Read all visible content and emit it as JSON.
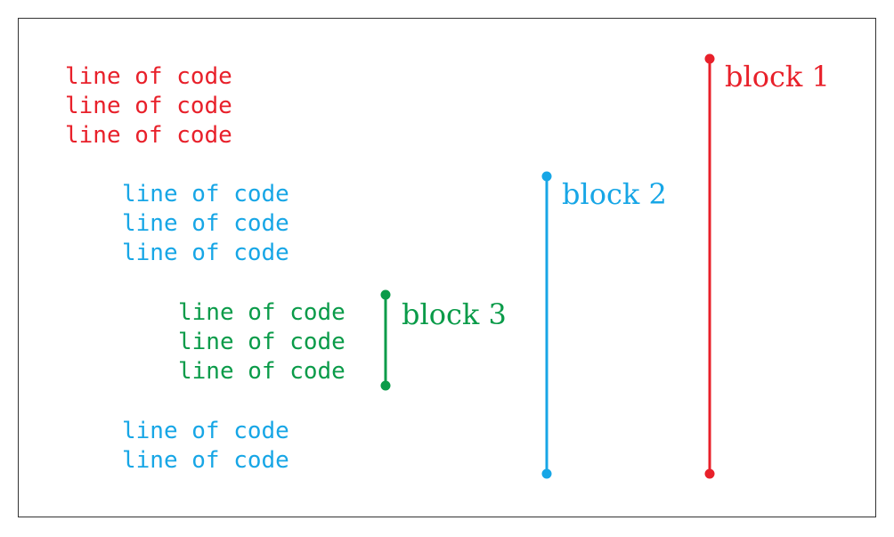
{
  "colors": {
    "block1": "#e8202a",
    "block2": "#17a6e6",
    "block3": "#0a9b49",
    "border": "#333333"
  },
  "code": {
    "block1_top": [
      "line of code",
      "line of code",
      "line of code"
    ],
    "block2_top": [
      "line of code",
      "line of code",
      "line of code"
    ],
    "block3": [
      "line of code",
      "line of code",
      "line of code"
    ],
    "block2_bottom": [
      "line of code",
      "line of code"
    ]
  },
  "labels": {
    "block1": "block 1",
    "block2": "block 2",
    "block3": "block 3"
  }
}
